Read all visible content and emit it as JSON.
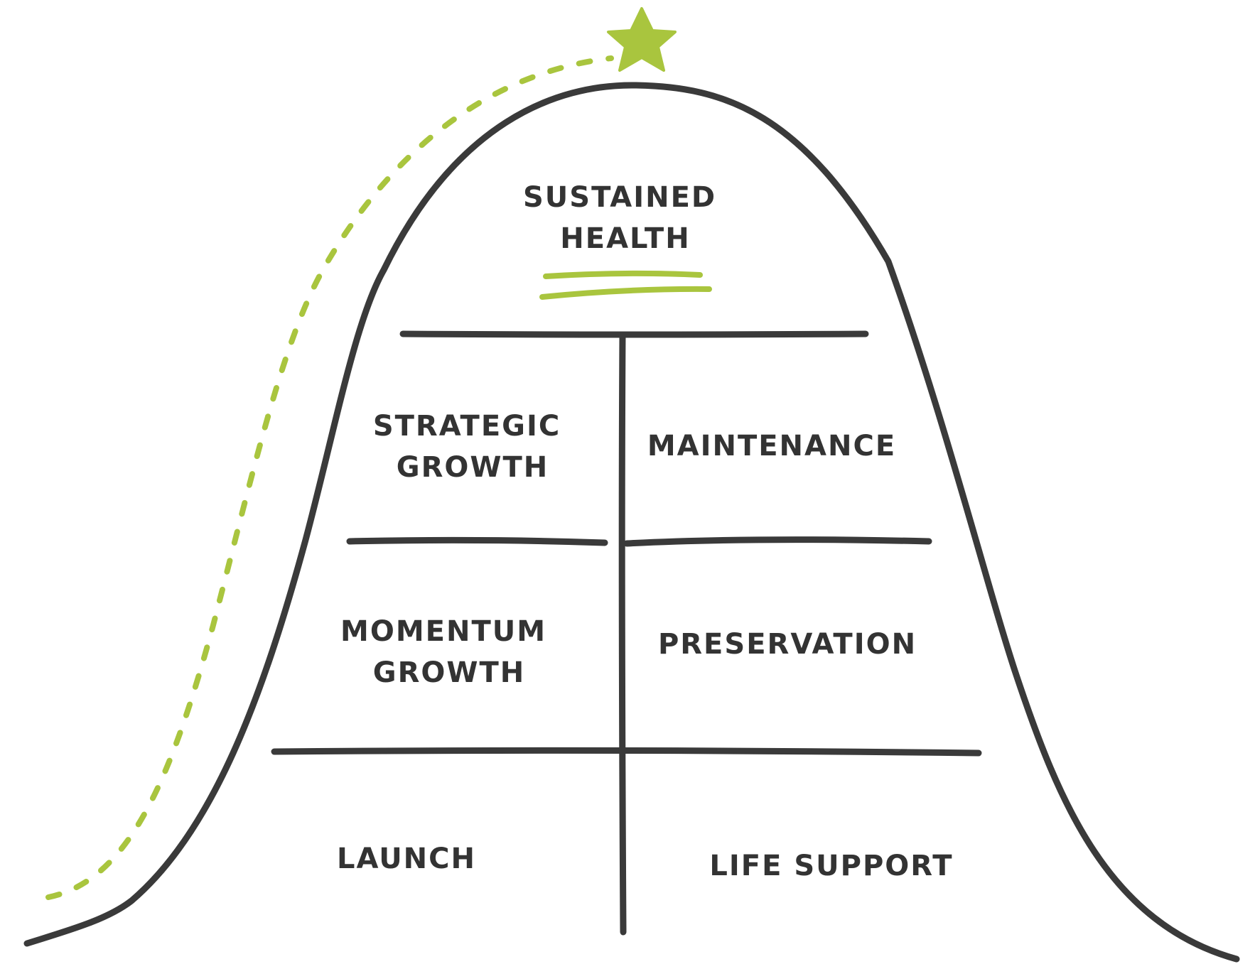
{
  "colors": {
    "line": "#3a3a3a",
    "accent": "#a9c53e",
    "text": "#333333",
    "background": "#ffffff"
  },
  "icons": {
    "peak": "star-icon"
  },
  "labels": {
    "sustained_health": [
      "SUSTAINED",
      "HEALTH"
    ],
    "strategic_growth": [
      "STRATEGIC",
      "GROWTH"
    ],
    "maintenance": [
      "MAINTENANCE"
    ],
    "momentum_growth": [
      "MOMENTUM",
      "GROWTH"
    ],
    "preservation": [
      "PRESERVATION"
    ],
    "launch": [
      "LAUNCH"
    ],
    "life_support": [
      "LIFE SUPPORT"
    ]
  }
}
